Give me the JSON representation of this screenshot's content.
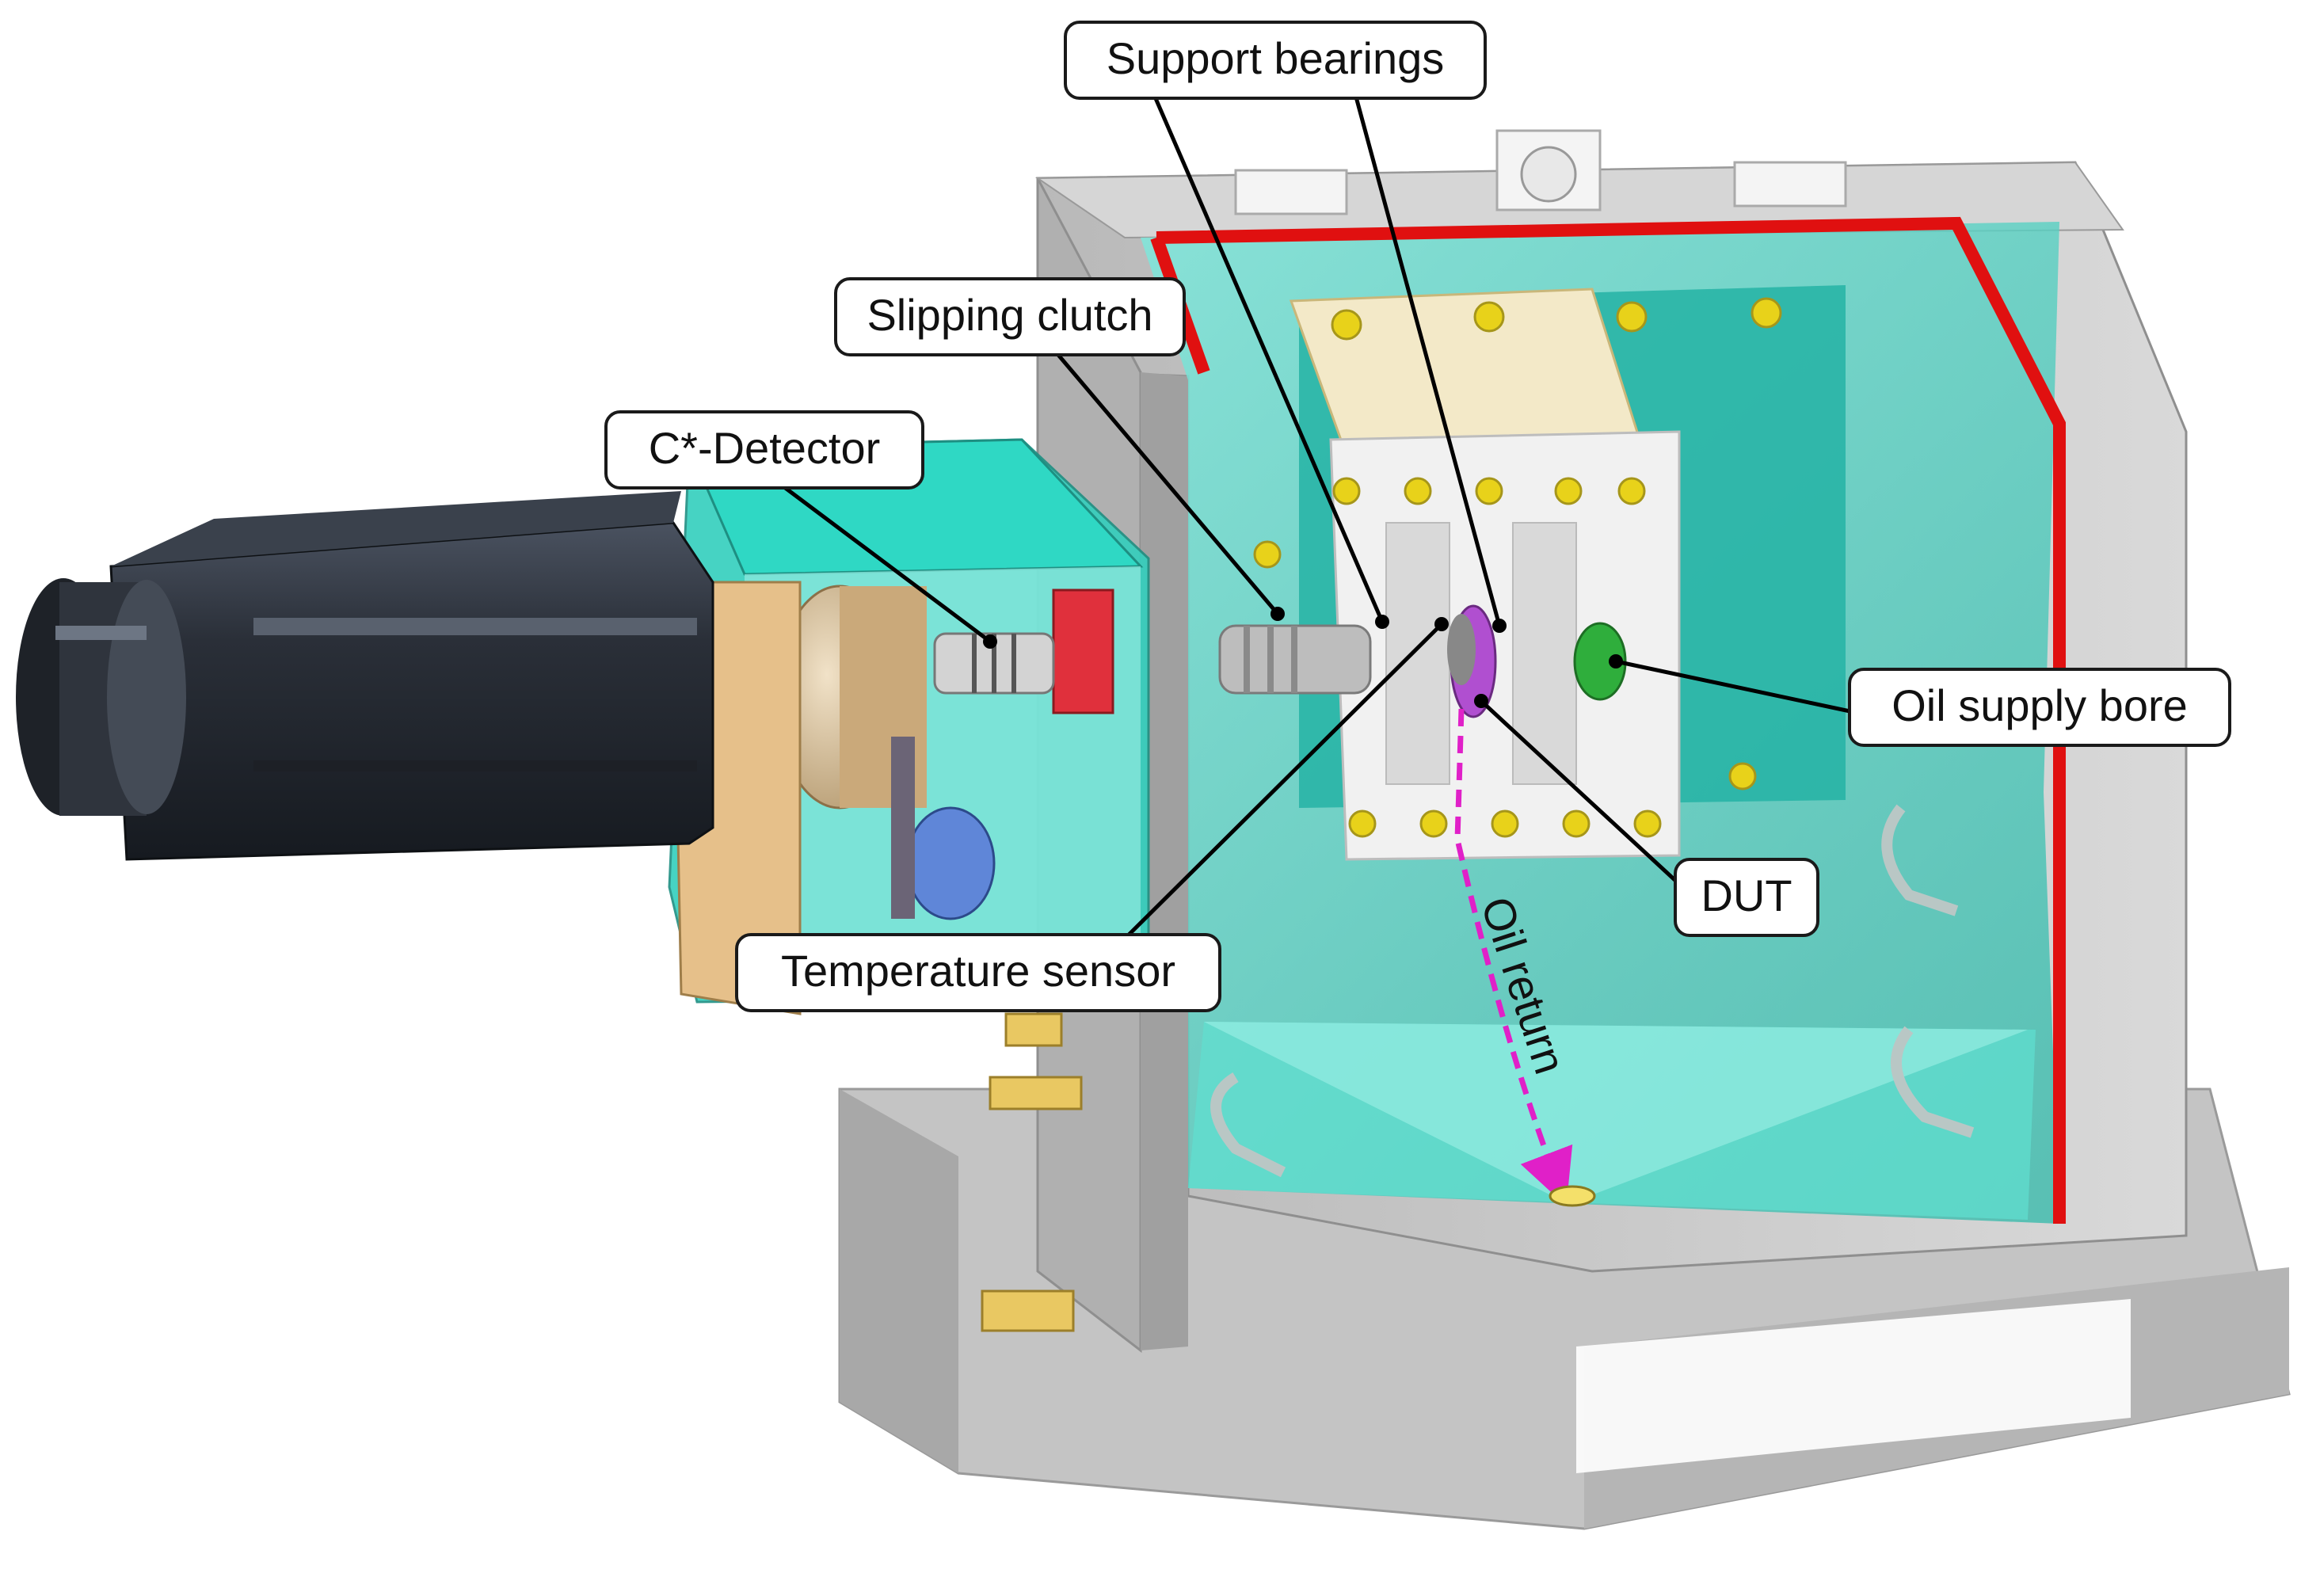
{
  "labels": {
    "support_bearings": "Support bearings",
    "slipping_clutch": "Slipping clutch",
    "c_detector": "C*-Detector",
    "oil_supply_bore": "Oil supply bore",
    "dut": "DUT",
    "temperature_sensor": "Temperature sensor",
    "oil_return": "Oil return"
  },
  "colors": {
    "housing_gray": "#c8c8c8",
    "glass_teal": "#3fd6c4",
    "seal_red": "#e01010",
    "motor_black": "#2a2f38",
    "oil_path_magenta": "#e020c8",
    "bolt_yellow": "#e8d21a"
  }
}
